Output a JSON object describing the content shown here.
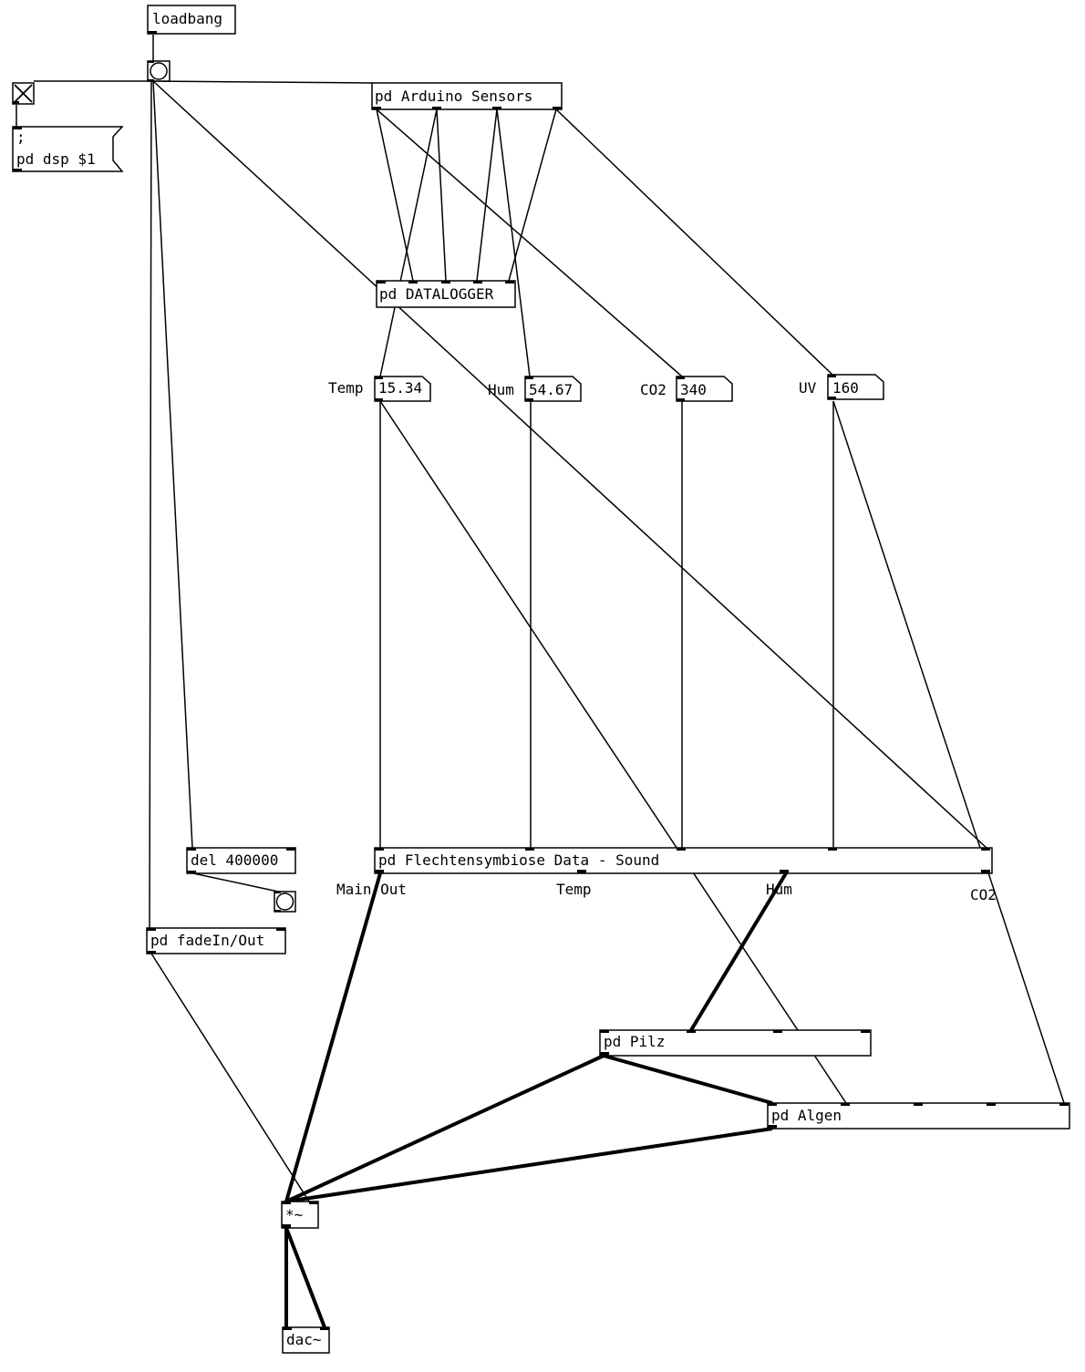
{
  "patch": {
    "objects": {
      "loadbang": "loadbang",
      "arduino": "pd Arduino Sensors",
      "datalogger": "pd DATALOGGER",
      "flechten": "pd Flechtensymbiose Data - Sound",
      "del": "del 400000",
      "fade": "pd fadeIn/Out",
      "pilz": "pd Pilz",
      "algen": "pd Algen",
      "mul": "*~",
      "dac": "dac~"
    },
    "message": {
      "line1": ";",
      "line2": "pd dsp $1"
    },
    "numbers": [
      {
        "label": "Temp",
        "value": "15.34"
      },
      {
        "label": "Hum",
        "value": "54.67"
      },
      {
        "label": "CO2",
        "value": "340"
      },
      {
        "label": "UV",
        "value": "160"
      }
    ],
    "comments": {
      "main_out": "Main Out",
      "temp": "Temp",
      "hum": "Hum",
      "co2": "CO2"
    },
    "toggle_state": "on"
  }
}
